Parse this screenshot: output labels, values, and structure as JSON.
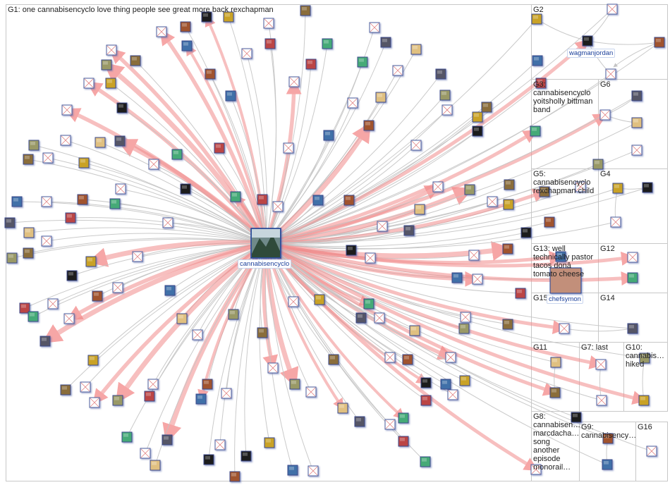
{
  "groups": [
    {
      "id": "G1",
      "label": "G1: one cannabisencyclo love thing people see great more back rexchapman"
    },
    {
      "id": "G2",
      "label": "G2"
    },
    {
      "id": "G3",
      "label": "G3:\ncannabisencyclo\nyoitsholly bittman\nband"
    },
    {
      "id": "G4",
      "label": "G4"
    },
    {
      "id": "G5",
      "label": "G5:\ncannabisencyclo\nrexchapman child"
    },
    {
      "id": "G6",
      "label": "G6"
    },
    {
      "id": "G7",
      "label": "G7: last"
    },
    {
      "id": "G8",
      "label": "G8:\ncannabisen…\nmarcdacha…\nsong\nanother\nepisode\nmonorail…"
    },
    {
      "id": "G9",
      "label": "G9: cannabisency…"
    },
    {
      "id": "G10",
      "label": "G10:\ncannabis…\nhiked"
    },
    {
      "id": "G11",
      "label": "G11"
    },
    {
      "id": "G12",
      "label": "G12"
    },
    {
      "id": "G13",
      "label": "G13: well\ntechnically pastor\ntacos donâ\ntomato cheese"
    },
    {
      "id": "G14",
      "label": "G14"
    },
    {
      "id": "G15",
      "label": "G15"
    },
    {
      "id": "G16",
      "label": "G16"
    }
  ],
  "hub_labels": [
    {
      "id": "hub",
      "text": "cannabisencyclo"
    },
    {
      "id": "wagman",
      "text": "wagmanjordan"
    },
    {
      "id": "chefsymon",
      "text": "chefsymon"
    }
  ],
  "colors": {
    "box_border": "#c8c8c8",
    "edge_gray": "#c4c4c4",
    "edge_red": "#f08a8a",
    "hub_text": "#1a3f9a",
    "label_text": "#222222"
  }
}
